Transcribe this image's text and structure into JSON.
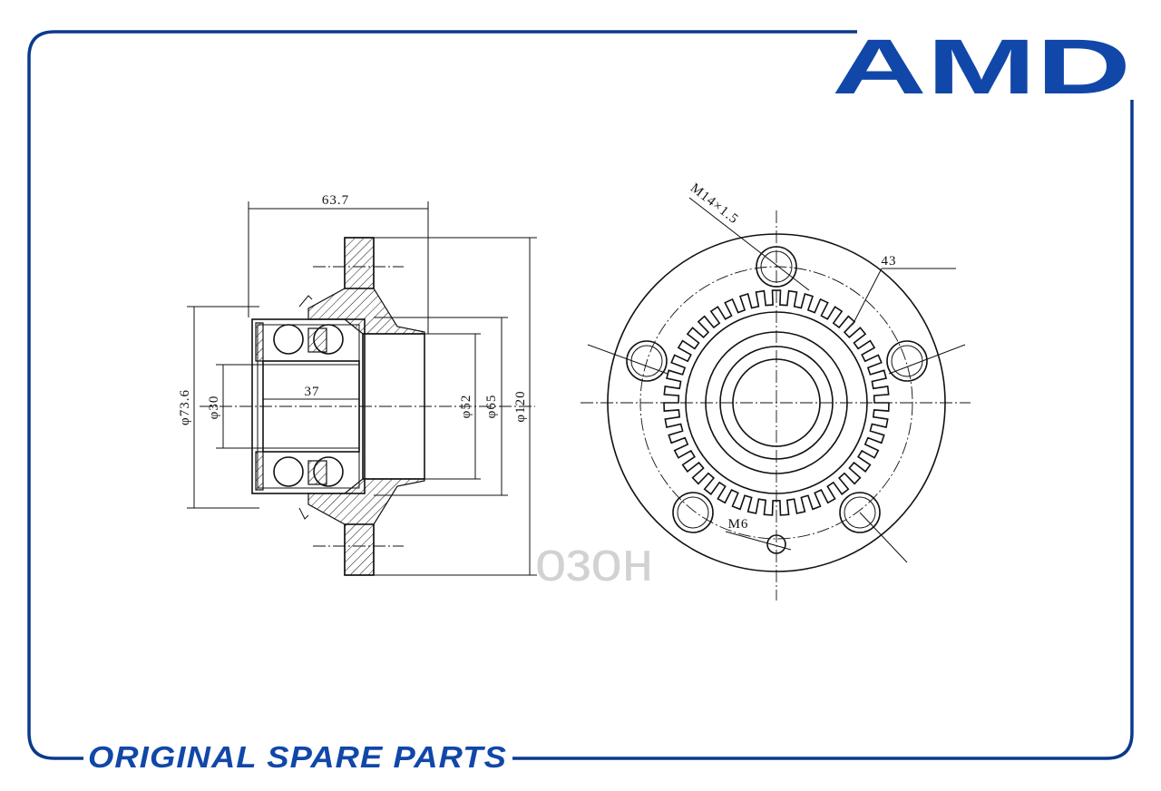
{
  "brand": {
    "logo_text": "AMD",
    "color": "#1147a8"
  },
  "footer": {
    "tagline": "ORIGINAL SPARE PARTS"
  },
  "watermark": {
    "text": "озон"
  },
  "drawing": {
    "side_view": {
      "dim_length": "63.7",
      "dim_inner_length": "37",
      "dia_outer_bearing": "φ73.6",
      "dia_bore": "φ30",
      "dia_52": "φ52",
      "dia_65": "φ65",
      "dia_flange": "φ120"
    },
    "front_view": {
      "stud_thread": "M14×1.5",
      "abs_teeth": "43",
      "screw_thread": "M6"
    }
  }
}
